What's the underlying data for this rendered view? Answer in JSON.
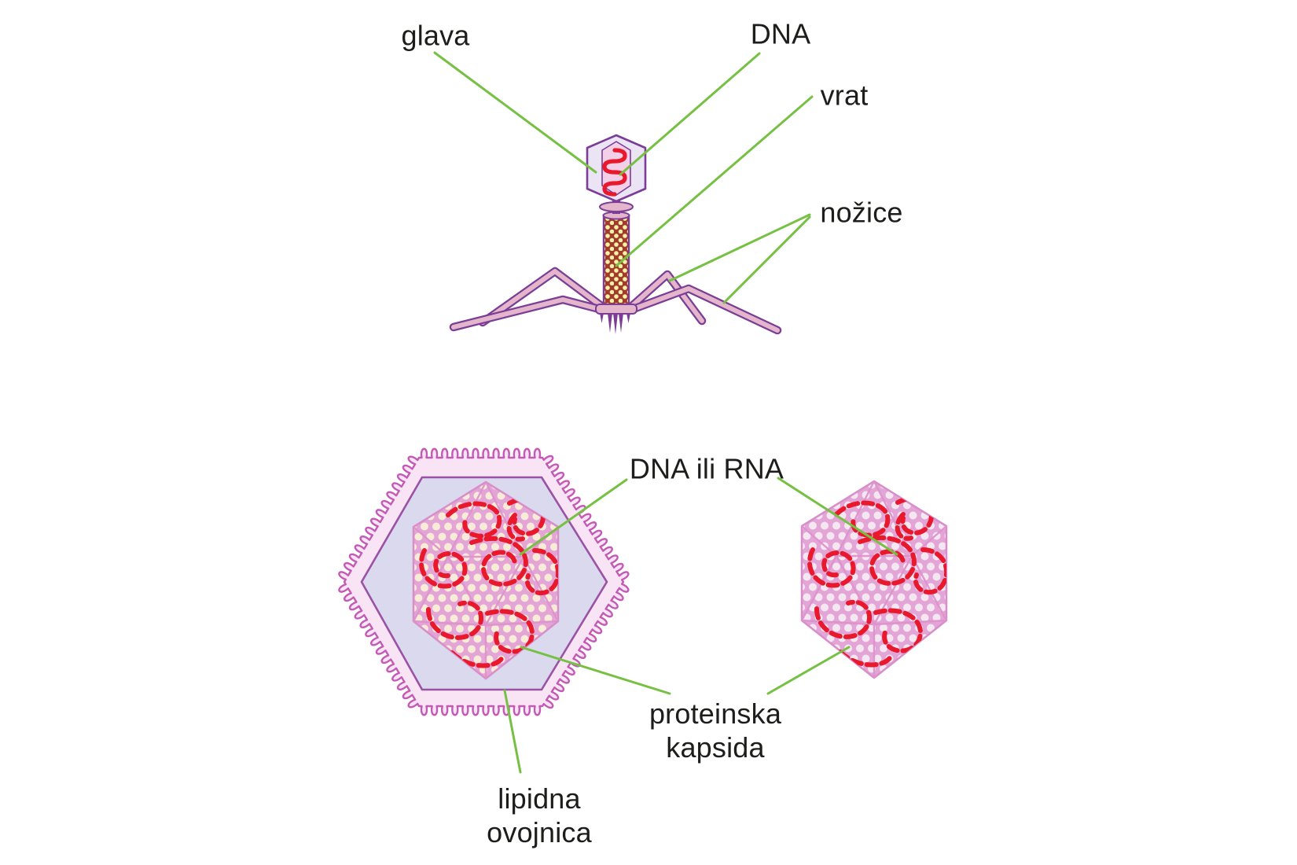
{
  "figure": {
    "description": "virus structure diagram",
    "labels": {
      "glava": "glava",
      "dna": "DNA",
      "vrat": "vrat",
      "nozice": "nožice",
      "dna_ili_rna": "DNA ili RNA",
      "proteinska_kapsida_line1": "proteinska",
      "proteinska_kapsida_line2": "kapsida",
      "lipidna_ovojnica_line1": "lipidna",
      "lipidna_ovojnica_line2": "ovojnica"
    },
    "colors": {
      "page_bg": "#ffffff",
      "text": "#1d1d1b",
      "leader_line": "#76c043",
      "outline_purple": "#7b3d96",
      "phage_pink": "#e3b6cb",
      "head_side": "#eae4f5",
      "head_center": "#f3d0e8",
      "dna_red": "#e8192c",
      "sheath_brown": "#a23a2b",
      "sheath_dot": "#f7f0a5",
      "envelope_fill": "#f8e4f4",
      "envelope_stroke": "#c45ab5",
      "matrix_fill": "#dbd9ed",
      "matrix_stroke": "#9b52a5",
      "capsid_mesh": "#e3a4d6",
      "capsid_edge": "#d88fc9",
      "capsid_cell_left": "#f8ebd7",
      "capsid_cell_right": "#f5e7f2",
      "facet_line": "#dd92cc"
    }
  }
}
